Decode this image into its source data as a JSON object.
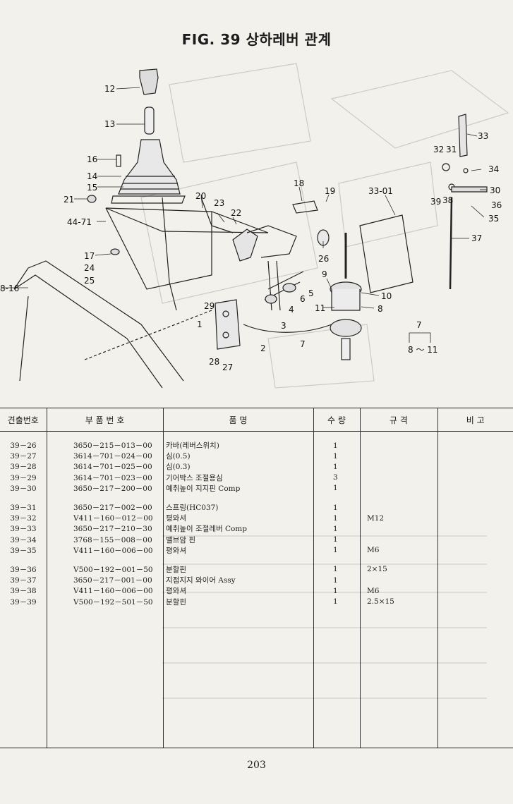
{
  "title": "FIG. 39 상하레버 관계",
  "page_number": "203",
  "diagram": {
    "labels": [
      "12",
      "13",
      "16",
      "14",
      "15",
      "21",
      "44-71",
      "17",
      "24",
      "25",
      "8-16",
      "20",
      "23",
      "22",
      "18",
      "19",
      "26",
      "33-01",
      "33",
      "32",
      "31",
      "34",
      "30",
      "39",
      "38",
      "36",
      "35",
      "37",
      "9",
      "10",
      "11",
      "8",
      "6",
      "5",
      "4",
      "3",
      "29",
      "1",
      "2",
      "28",
      "27",
      "7",
      "7",
      "8 ～ 11"
    ]
  },
  "table": {
    "headers": [
      "견출번호",
      "부 품 번 호",
      "품       명",
      "수 량",
      "규    격",
      "비  고"
    ],
    "rows": [
      {
        "code": "39－26",
        "part": "3650－215－013－00",
        "name": "카바(레버스위치)",
        "qty": "1",
        "spec": ""
      },
      {
        "code": "39－27",
        "part": "3614－701－024－00",
        "name": "심(0.5)",
        "qty": "1",
        "spec": ""
      },
      {
        "code": "39－28",
        "part": "3614－701－025－00",
        "name": "심(0.3)",
        "qty": "1",
        "spec": ""
      },
      {
        "code": "39－29",
        "part": "3614－701－023－00",
        "name": "기어박스 조절용심",
        "qty": "3",
        "spec": ""
      },
      {
        "code": "39－30",
        "part": "3650－217－200－00",
        "name": "예취높이 지지핀 Comp",
        "qty": "1",
        "spec": ""
      },
      {
        "code": "39－31",
        "part": "3650－217－002－00",
        "name": "스프링(HC037)",
        "qty": "1",
        "spec": ""
      },
      {
        "code": "39－32",
        "part": "V411－160－012－00",
        "name": "평와셔",
        "qty": "1",
        "spec": "M12"
      },
      {
        "code": "39－33",
        "part": "3650－217－210－30",
        "name": "예취높이 조절레버 Comp",
        "qty": "1",
        "spec": ""
      },
      {
        "code": "39－34",
        "part": "3768－155－008－00",
        "name": "밸브암 핀",
        "qty": "1",
        "spec": ""
      },
      {
        "code": "39－35",
        "part": "V411－160－006－00",
        "name": "평와셔",
        "qty": "1",
        "spec": "M6"
      },
      {
        "code": "39－36",
        "part": "V500－192－001－50",
        "name": "분할핀",
        "qty": "1",
        "spec": "2×15"
      },
      {
        "code": "39－37",
        "part": "3650－217－001－00",
        "name": "지점지지 와이어 Assy",
        "qty": "1",
        "spec": ""
      },
      {
        "code": "39－38",
        "part": "V411－160－006－00",
        "name": "평와셔",
        "qty": "1",
        "spec": "M6"
      },
      {
        "code": "39－39",
        "part": "V500－192－501－50",
        "name": "분할핀",
        "qty": "1",
        "spec": "2.5×15"
      }
    ]
  }
}
